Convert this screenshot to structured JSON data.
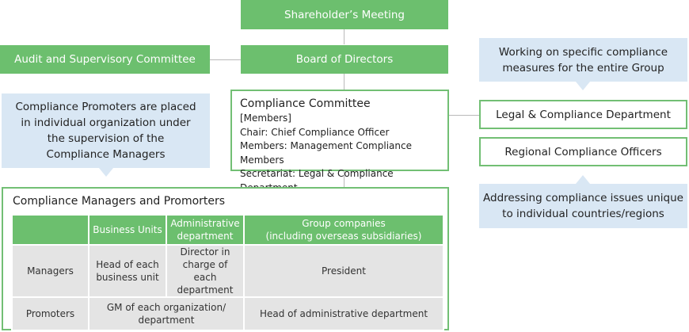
{
  "nodes": {
    "shareholders": "Shareholder’s Meeting",
    "audit": "Audit and Supervisory Committee",
    "board": "Board of Directors",
    "committee": {
      "title": "Compliance Committee",
      "members_label": "[Members]",
      "chair": "Chair: Chief Compliance Officer",
      "members": "Members: Management Compliance Members",
      "secretariat": "Secretariat: Legal & Compliance Department"
    },
    "legal": "Legal & Compliance Department",
    "regional": "Regional Compliance Officers"
  },
  "callouts": {
    "top_right": [
      "Working on specific compliance",
      "measures for the entire Group"
    ],
    "left": [
      "Compliance Promoters are placed",
      "in individual organization under",
      "the supervision of the",
      "Compliance Managers"
    ],
    "bottom_right": [
      "Addressing compliance issues unique",
      "to individual countries/regions"
    ]
  },
  "managers_table": {
    "title": "Compliance Managers and Promorters",
    "headers": {
      "blank": "",
      "business_units": "Business Units",
      "admin_dept": [
        "Administrative",
        "department"
      ],
      "group_companies": [
        "Group companies",
        "(including overseas subsidiaries)"
      ]
    },
    "rows": {
      "managers": {
        "label": "Managers",
        "business_units": [
          "Head of each",
          "business unit"
        ],
        "admin_dept": [
          "Director in",
          "charge of each",
          "department"
        ],
        "group_companies": "President"
      },
      "promoters": {
        "label": "Promoters",
        "bu_admin_merged": [
          "GM of each organization/",
          "department"
        ],
        "group_companies": "Head of administrative department"
      }
    }
  },
  "colors": {
    "green_fill": "#6cbf6e",
    "green_border": "#72bf74",
    "callout_fill": "#d9e7f4",
    "cell_gray": "#e4e4e4",
    "connector": "#b9b9b9"
  }
}
